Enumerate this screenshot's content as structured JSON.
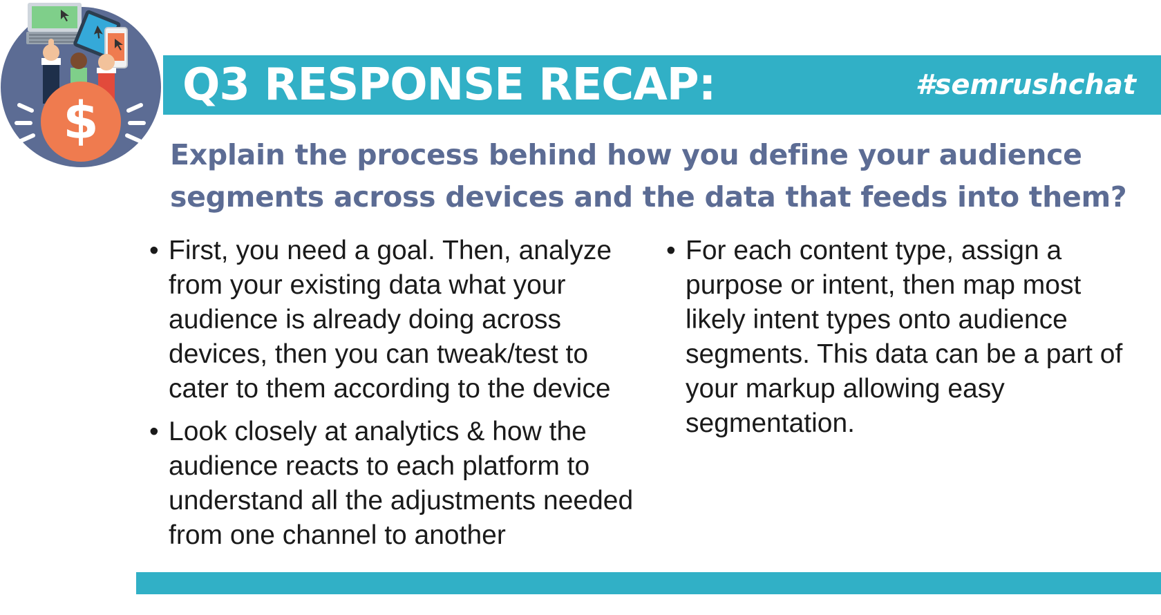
{
  "header": {
    "title": "Q3 RESPONSE RECAP:",
    "hashtag": "#semrushchat"
  },
  "question": "Explain the process behind how you define your audience segments across devices and the data that feeds into them?",
  "columns": {
    "left": [
      "First, you need a goal. Then, analyze from your existing data what your audience is already doing across devices, then you can tweak/test to cater to them according to the device",
      "Look closely at analytics & how the audience reacts to each platform to understand all the adjustments needed from one channel to another"
    ],
    "right": [
      "For each content type, assign a purpose or intent, then map most likely intent types onto audience segments. This data can be a part of your markup allowing easy segmentation."
    ]
  },
  "colors": {
    "accent": "#31b0c6",
    "question_text": "#5c6c94",
    "logo_circle": "#5c6c94",
    "coin": "#ef7b4f"
  },
  "icons": [
    "laptop-icon",
    "tablet-icon",
    "smartphone-icon",
    "dollar-coin-icon"
  ]
}
